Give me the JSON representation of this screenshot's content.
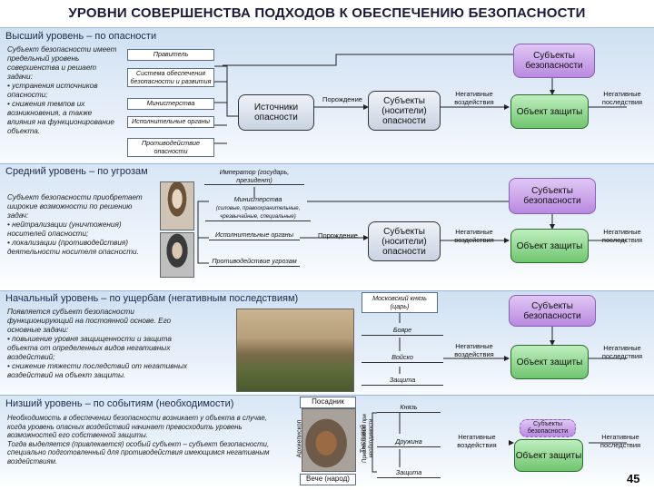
{
  "title": "УРОВНИ СОВЕРШЕНСТВА ПОДХОДОВ К ОБЕСПЕЧЕНИЮ БЕЗОПАСНОСТИ",
  "page_number": "45",
  "level1": {
    "heading": "Высший уровень – по опасности",
    "description": "Субъект безопасности имеет предельный уровень совершенства и решает задачи:\n• устранения источников опасности;\n• снижения темпов их возникновения, а также влияния на функционирование объекта.",
    "hierarchy": [
      "Правитель",
      "Система обеспечения безопасности и развития",
      "Министерства",
      "Исполнительные органы",
      "Противодействие опасности"
    ],
    "source": "Источники опасности",
    "generation": "Порождение",
    "carriers": "Субъекты (носители) опасности",
    "negative_impact": "Негативные воздействия",
    "object": "Объект защиты",
    "consequences": "Негативные последствия",
    "security_subjects": "Субъекты безопасности"
  },
  "level2": {
    "heading": "Средний уровень – по угрозам",
    "description": "Субъект безопасности приобретает широкие возможности по решению задач:\n• нейтрализации (уничтожения) носителей опасности;\n• локализации (противодействия) деятельности носителя опасности.",
    "emperor": "Император (государь, президент)",
    "ministries": "Министерства",
    "ministries_sub": "(силовые, правоохранительные, чрезвычайные, специальные)",
    "executive": "Исполнительные органы",
    "counteraction": "Противодействие угрозам",
    "generation": "Порождение",
    "carriers": "Субъекты (носители) опасности",
    "negative_impact": "Негативные воздействия",
    "object": "Объект защиты",
    "consequences": "Негативные последствия",
    "security_subjects": "Субъекты безопасности"
  },
  "level3": {
    "heading": "Начальный уровень – по ущербам (негативным последствиям)",
    "description": "Появляется субъект безопасности функционирующий на постоянной основе. Его основные задачи:\n• повышение уровня защищенности и защита объекта от определенных видов негативных воздействий;\n• снижение тяжести последствий от негативных воздействий на объект защиты.",
    "prince": "Московский князь (царь)",
    "boyars": "Бояре",
    "army": "Войско",
    "protection": "Защита",
    "negative_impact": "Негативные воздействия",
    "object": "Объект защиты",
    "consequences": "Негативные последствия",
    "security_subjects": "Субъекты безопасности"
  },
  "level4": {
    "heading": "Низший уровень – по событиям (необходимости)",
    "description": "Необходимость в обеспечении безопасности возникает у объекта в случае, когда уровень опасных воздействий начинает превосходить уровень возможностей его собственной защиты.\n  Тогда выделяется (привлекается) особый субъект – субъект безопасности, специально подготовленный для противодействия имеющимся негативным воздействиям.",
    "posadnik": "Посадник",
    "archbishop": "Архиепископ",
    "tysyatsky": "Тысяцкий",
    "selected": "Привлекаемые при необходимости",
    "veche": "Вече (народ)",
    "prince": "Князь",
    "druzhina": "Дружина",
    "protection": "Защита",
    "negative_impact": "Негативные воздействия",
    "object": "Объект защиты",
    "consequences": "Негативные последствия",
    "security_subjects": "Субъекты безопасности"
  },
  "colors": {
    "title": "#1a1a3a",
    "purple": "#b98ae0",
    "green": "#6fc56f",
    "band": "#cfe0f2"
  }
}
